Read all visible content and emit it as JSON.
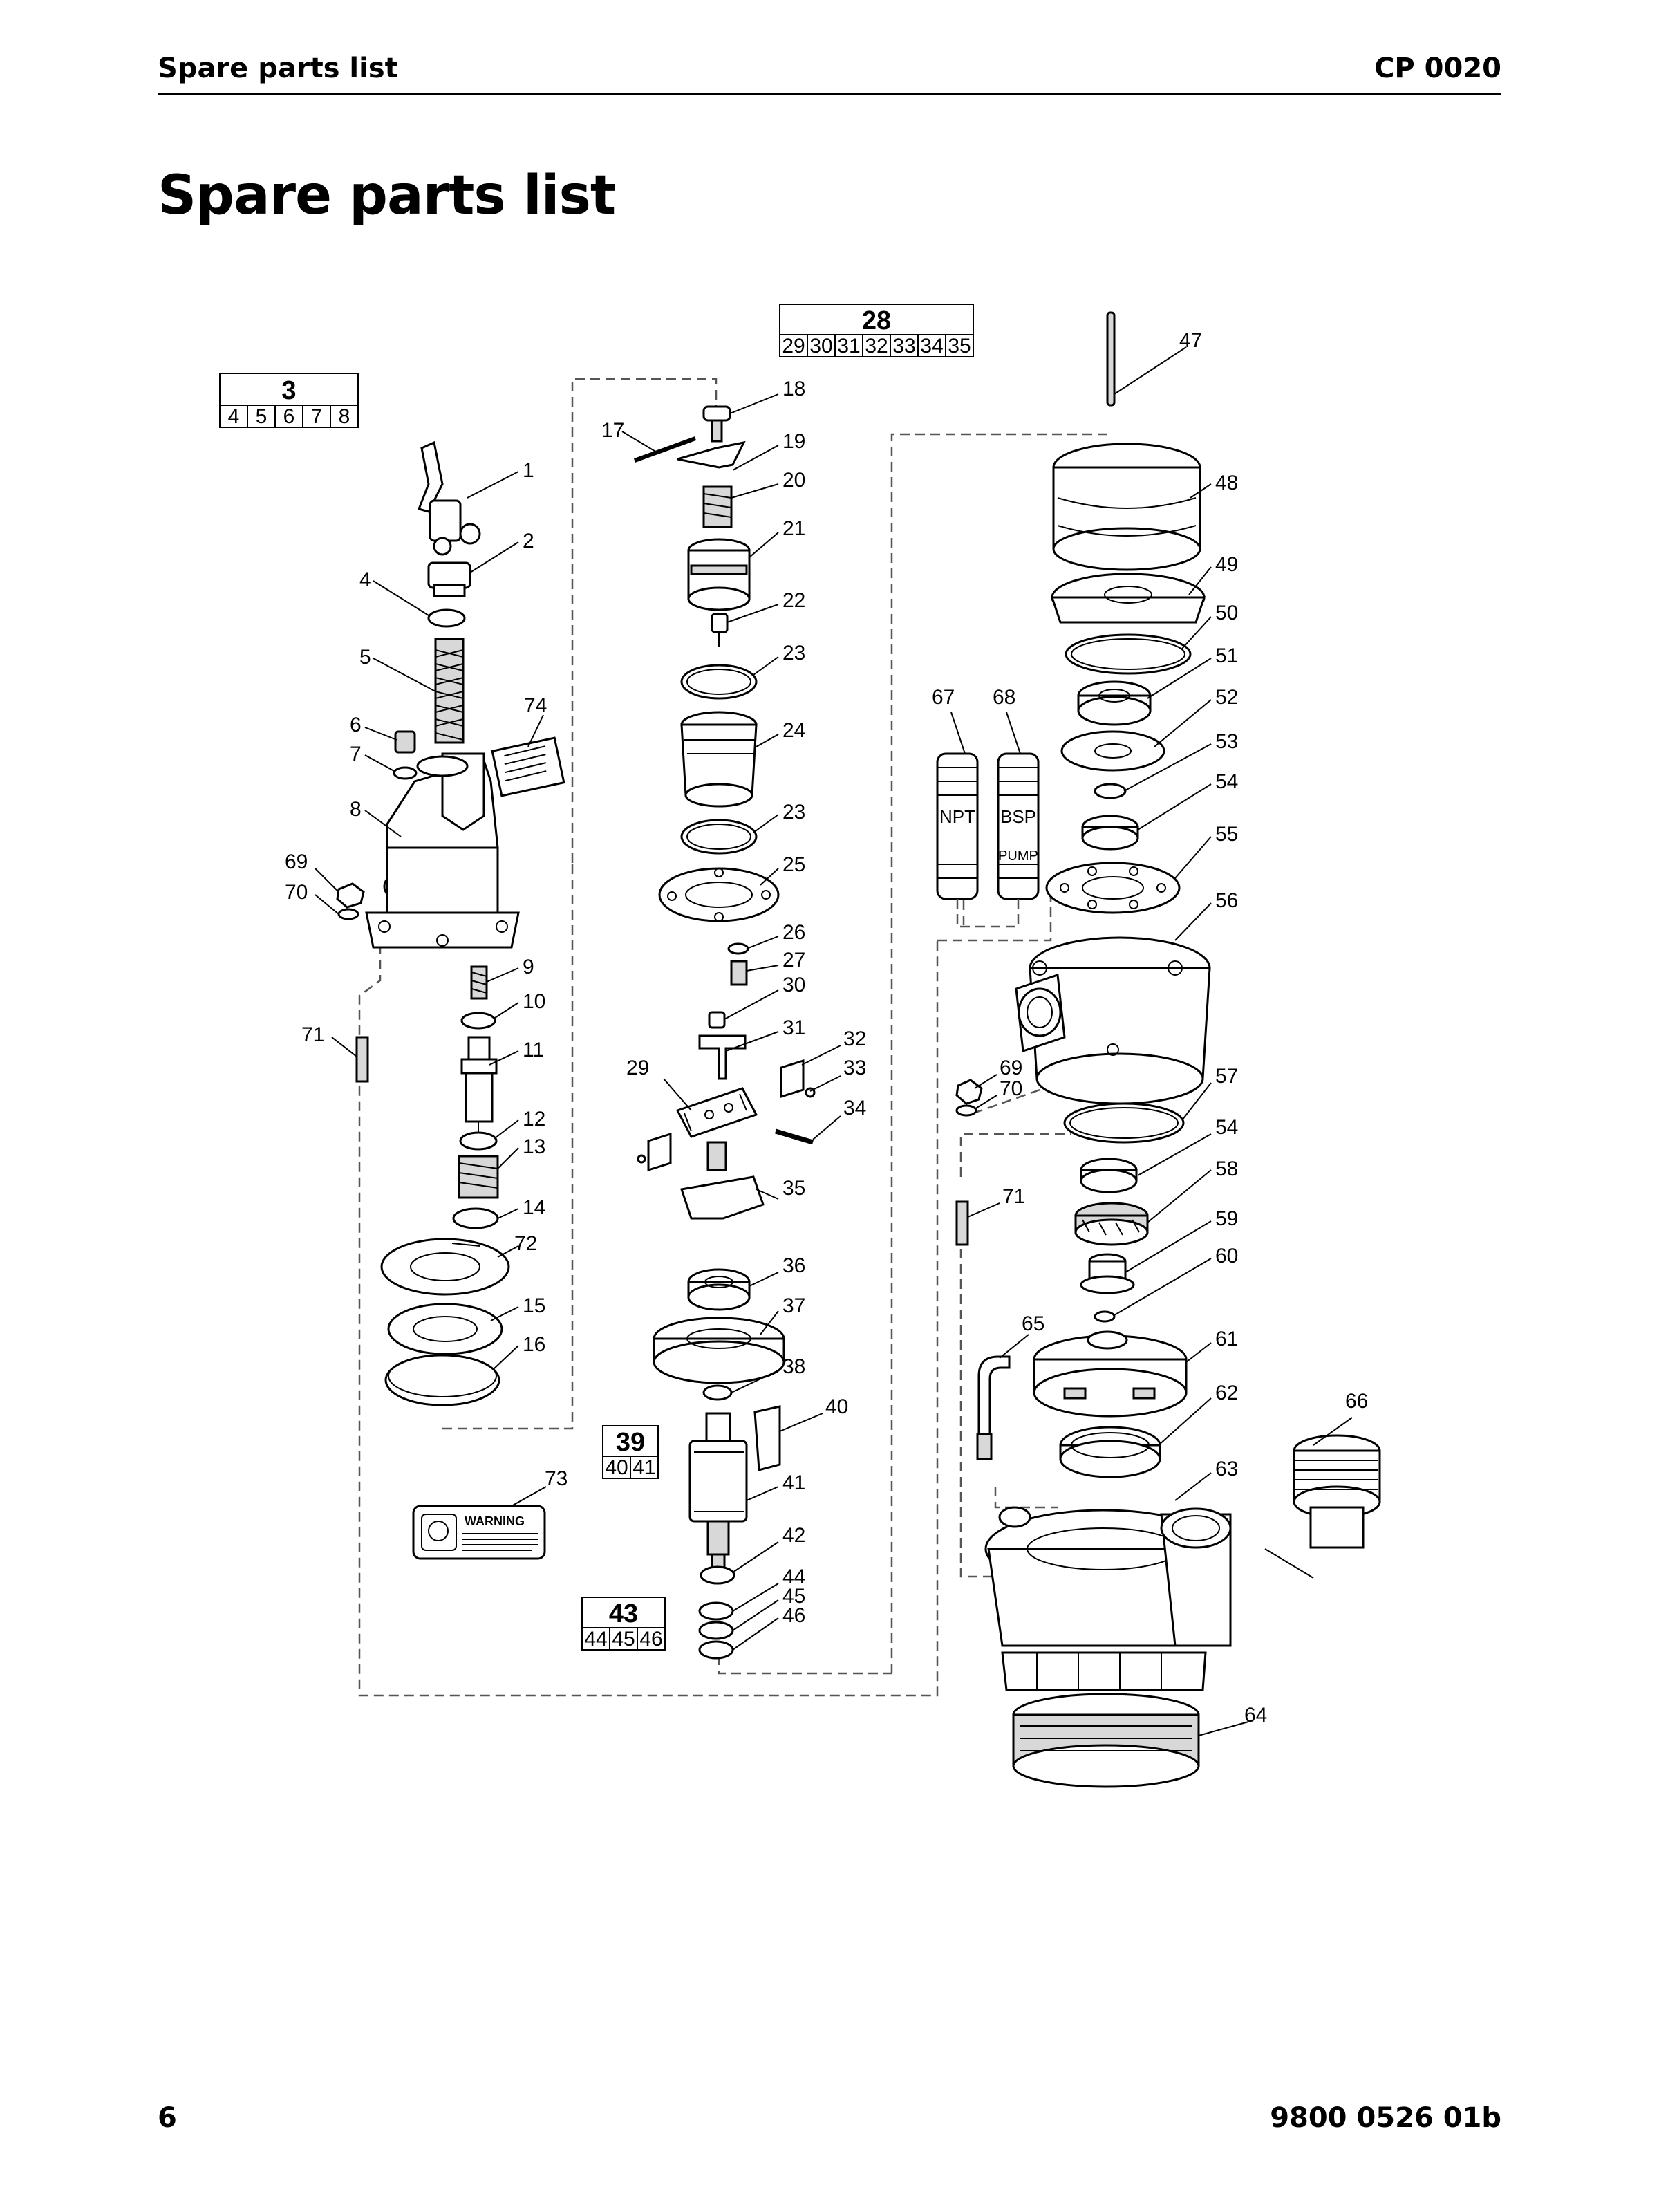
{
  "header": {
    "left": "Spare parts list",
    "right": "CP 0020"
  },
  "page_title": "Spare parts list",
  "footer": {
    "page_number": "6",
    "doc_number": "9800 0526 01b"
  },
  "diagram": {
    "kit_groups": [
      {
        "id": "3",
        "items": [
          "4",
          "5",
          "6",
          "7",
          "8"
        ]
      },
      {
        "id": "28",
        "items": [
          "29",
          "30",
          "31",
          "32",
          "33",
          "34",
          "35"
        ]
      },
      {
        "id": "39",
        "items": [
          "40",
          "41"
        ]
      },
      {
        "id": "43",
        "items": [
          "44",
          "45",
          "46"
        ]
      }
    ],
    "part_labels": [
      "1",
      "2",
      "4",
      "5",
      "6",
      "7",
      "8",
      "9",
      "10",
      "11",
      "12",
      "13",
      "14",
      "15",
      "16",
      "17",
      "18",
      "19",
      "20",
      "21",
      "22",
      "23",
      "23",
      "24",
      "25",
      "26",
      "27",
      "29",
      "30",
      "31",
      "32",
      "33",
      "34",
      "35",
      "36",
      "37",
      "38",
      "40",
      "41",
      "42",
      "44",
      "45",
      "46",
      "47",
      "48",
      "49",
      "50",
      "51",
      "52",
      "53",
      "54",
      "54",
      "55",
      "56",
      "57",
      "58",
      "59",
      "60",
      "61",
      "62",
      "63",
      "64",
      "65",
      "66",
      "67",
      "68",
      "69",
      "69",
      "70",
      "70",
      "71",
      "71",
      "72",
      "73",
      "74"
    ],
    "hose_tags": {
      "npt": "NPT",
      "bsp": "BSP",
      "pump": "PUMP"
    },
    "warning_label": "WARNING"
  }
}
